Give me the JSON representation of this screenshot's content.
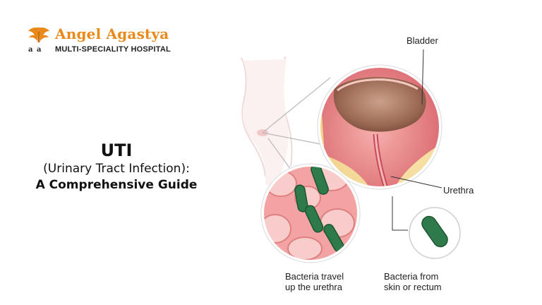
{
  "brand": {
    "name": "Angel Agastya",
    "subtitle": "MULTI-SPECIALITY HOSPITAL",
    "mark_letters": "a a"
  },
  "headline": {
    "main": "UTI",
    "sub": "(Urinary Tract Infection):",
    "guide": "A Comprehensive Guide"
  },
  "labels": {
    "bladder": "Bladder",
    "urethra": "Urethra",
    "bacteria_travel": [
      "Bacteria travel",
      "up the urethra"
    ],
    "bacteria_from": [
      "Bacteria from",
      "skin or rectum"
    ]
  },
  "colors": {
    "brand_orange": "#e8891a",
    "tissue_pink": "#e8848c",
    "bladder_brown": "#a0705a",
    "bacteria_green": "#2f7a4a"
  }
}
